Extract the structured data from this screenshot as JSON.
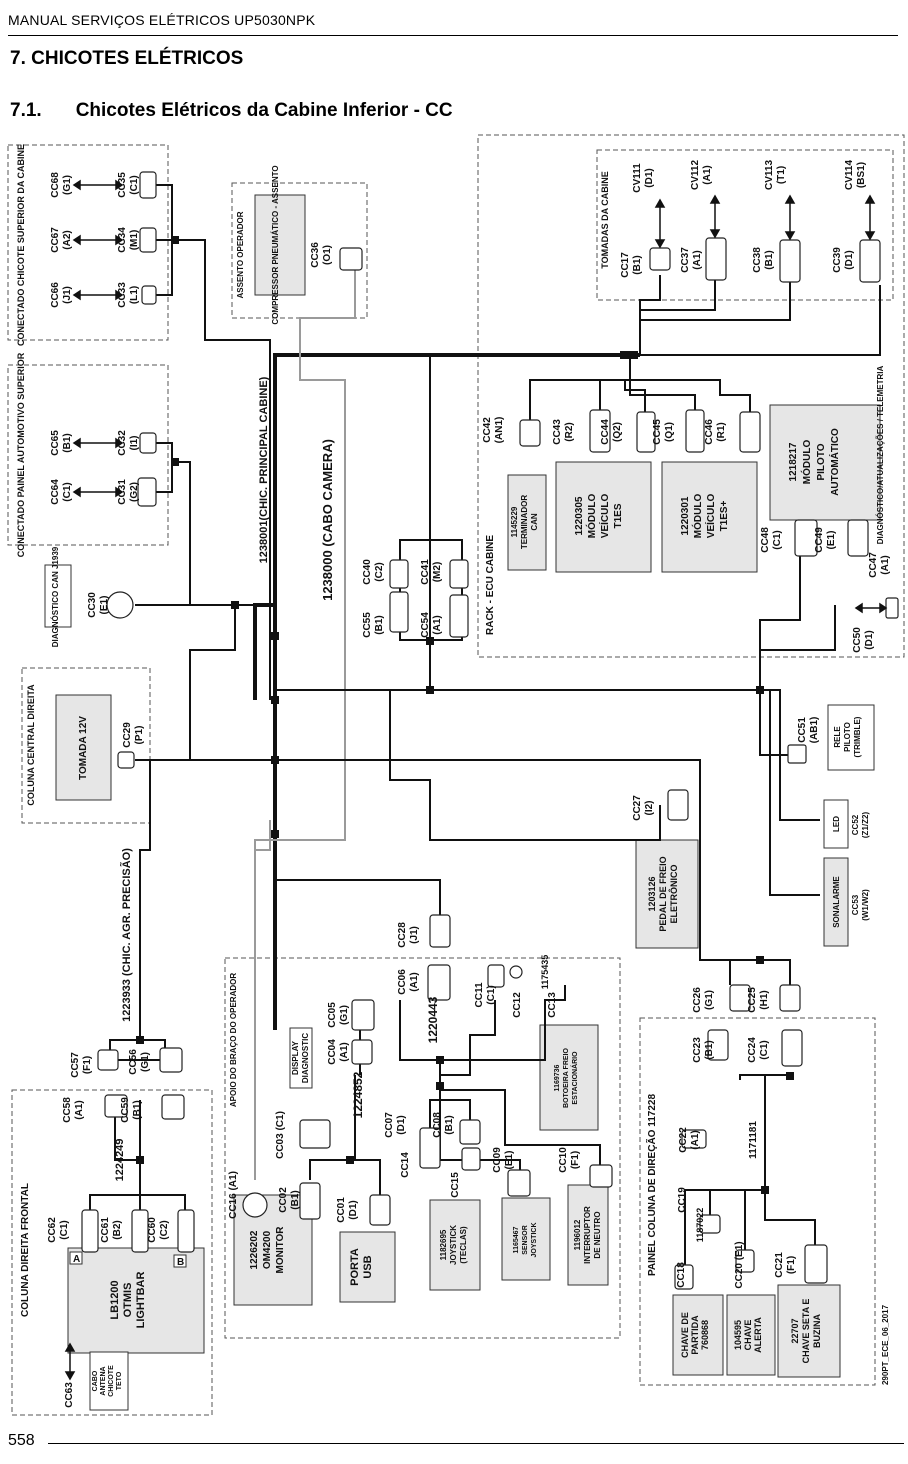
{
  "header": {
    "manual_title": "MANUAL SERVIÇOS ELÉTRICOS UP5030NPK",
    "section_title": "7.  CHICOTES ELÉTRICOS",
    "subsection_number": "7.1.",
    "subsection_title": "Chicotes Elétricos da Cabine Inferior - CC"
  },
  "footer": {
    "page_number": "558",
    "drawing_code": "290PT_ECE_06_2017"
  },
  "harness_labels": {
    "main_cabin": "1238001(CHIC. PRINCIPAL CABINE)",
    "camera": "1238000 (CABO CAMERA)",
    "precision_ag": "1223933 (CHIC. AGR. PRECISÃO)",
    "h1224249": "1224249",
    "h1224852": "1224852",
    "h1220443": "1220443",
    "h1175435": "1175435",
    "h1171181": "1171181",
    "h1187022": "1187022"
  },
  "groups": {
    "upper_cabin": "CONECTADO CHICOTE SUPERIOR DA CABINE",
    "upper_panel": "CONECTADO PAINEL AUTOMOTIVO SUPERIOR",
    "seat": "ASSENTO OPERADOR",
    "cabin_sockets": "TOMADAS DA CABINE",
    "ecu_rack": "RACK - ECU CABINE",
    "center_column": "COLUNA CENTRAL DIREITA",
    "front_column": "COLUNA DIREITA FRONTAL",
    "arm_rest": "APOIO DO BRAÇO DO OPERADOR",
    "steering_panel": "PAINEL COLUNA DE DIREÇÃO 117228"
  },
  "components": {
    "compressor": "COMPRESSOR PNEUMÁTICO - ASSENTO",
    "diag_can": "DIAGNÓSTICO CAN J1939",
    "socket_12v": "TOMADA 12V",
    "terminator": [
      "1145229",
      "TERMINADOR",
      "CAN"
    ],
    "vehicle_t1es": [
      "1220305",
      "MÓDULO",
      "VEÍCULO",
      "T1ES"
    ],
    "vehicle_t1esplus": [
      "1220301",
      "MÓDULO",
      "VEÍCULO",
      "T1ES+"
    ],
    "autopilot": [
      "1218217",
      "MÓDULO",
      "PILOTO",
      "AUTOMÁTICO"
    ],
    "diag_telemetry": "DIAGNÓSTICO/ATUALIZAÇÕES / TELEMETRIA",
    "relay": [
      "RELE",
      "PILOTO",
      "(TRIMBLE)"
    ],
    "led": "LED",
    "alarm": "SONALARME",
    "brake_pedal": [
      "1203126",
      "PEDAL DE FREIO",
      "ELETRÔNICO"
    ],
    "lightbar": [
      "LB1200",
      "OTMIS",
      "LIGHTBAR"
    ],
    "antenna": [
      "CABO",
      "ANTENA",
      "CHICOTE",
      "TETO"
    ],
    "monitor": [
      "1226202",
      "OM4200",
      "MONITOR"
    ],
    "usb": [
      "PORTA",
      "USB"
    ],
    "display_diag": [
      "DISPLAY",
      "DIAGNOSTIC"
    ],
    "joystick_keys": [
      "1182695",
      "JOYSTICK",
      "(TECLAS)"
    ],
    "joystick_sensor": [
      "1165467",
      "SENSOR",
      "JOYSTICK"
    ],
    "neutral_switch": [
      "1196012",
      "INTERRUPTOR",
      "DE NEUTRO"
    ],
    "parking_button": [
      "1169736",
      "BOTOEIRA FREIO",
      "ESTACIONÁRIO"
    ],
    "start_key": [
      "CHAVE DE",
      "PARTIDA",
      "760868"
    ],
    "alert_key": [
      "104595",
      "CHAVE",
      "ALERTA"
    ],
    "turn_horn": [
      "22707",
      "CHAVE SETA E",
      "BUZINA"
    ]
  },
  "connectors": {
    "cc68": [
      "CC68",
      "(G1)"
    ],
    "cc35": [
      "CC35",
      "(C1)"
    ],
    "cc67": [
      "CC67",
      "(A2)"
    ],
    "cc34": [
      "CC34",
      "(M1)"
    ],
    "cc66": [
      "CC66",
      "(J1)"
    ],
    "cc33": [
      "CC33",
      "(L1)"
    ],
    "cc65": [
      "CC65",
      "(B1)"
    ],
    "cc32": [
      "CC32",
      "(I1)"
    ],
    "cc64": [
      "CC64",
      "(C1)"
    ],
    "cc31": [
      "CC31",
      "(G2)"
    ],
    "cc36": [
      "CC36",
      "(O1)"
    ],
    "cc30": [
      "CC30",
      "(E1)"
    ],
    "cc29": [
      "CC29",
      "(P1)"
    ],
    "cv111": [
      "CV111",
      "(D1)"
    ],
    "cc17": [
      "CC17",
      "(B1)"
    ],
    "cv112": [
      "CV112",
      "(A1)"
    ],
    "cc37": [
      "CC37",
      "(A1)"
    ],
    "cv113": [
      "CV113",
      "(T1)"
    ],
    "cc38": [
      "CC38",
      "(B1)"
    ],
    "cv114": [
      "CV114",
      "(BS1)"
    ],
    "cc39": [
      "CC39",
      "(D1)"
    ],
    "cc42": [
      "CC42",
      "(AN1)"
    ],
    "cc43": [
      "CC43",
      "(R2)"
    ],
    "cc44": [
      "CC44",
      "(Q2)"
    ],
    "cc45": [
      "CC45",
      "(Q1)"
    ],
    "cc46": [
      "CC46",
      "(R1)"
    ],
    "cc55": [
      "CC55",
      "(B1)"
    ],
    "cc40": [
      "CC40",
      "(C2)"
    ],
    "cc54": [
      "CC54",
      "(A1)"
    ],
    "cc41": [
      "CC41",
      "(M2)"
    ],
    "cc48": [
      "CC48",
      "(C1)"
    ],
    "cc49": [
      "CC49",
      "(E1)"
    ],
    "cc47": [
      "CC47",
      "(A1)"
    ],
    "cc50": [
      "CC50",
      "(D1)"
    ],
    "cc51": [
      "CC51",
      "(AB1)"
    ],
    "cc52": [
      "CC52",
      "(Z1/Z2)"
    ],
    "cc53": [
      "CC53",
      "(W1/W2)"
    ],
    "cc27": [
      "CC27",
      "(I2)"
    ],
    "cc28": [
      "CC28",
      "(J1)"
    ],
    "cc57": [
      "CC57",
      "(F1)"
    ],
    "cc56": [
      "CC56",
      "(G1)"
    ],
    "cc58": [
      "CC58",
      "(A1)"
    ],
    "cc59": [
      "CC59",
      "(B1)"
    ],
    "cc62": [
      "CC62",
      "(C1)"
    ],
    "cc61": [
      "CC61",
      "(B2)"
    ],
    "cc60": [
      "CC60",
      "(C2)"
    ],
    "cc63": [
      "CC63"
    ],
    "cc16": [
      "CC16 (A1)"
    ],
    "cc02": [
      "CC02",
      "(B1)"
    ],
    "cc01": [
      "CC01",
      "(D1)"
    ],
    "cc03": [
      "CC03 (C1)"
    ],
    "cc04": [
      "CC04",
      "(A1)"
    ],
    "cc05": [
      "CC05",
      "(G1)"
    ],
    "cc06": [
      "CC06",
      "(A1)"
    ],
    "cc07": [
      "CC07",
      "(D1)"
    ],
    "cc08": [
      "CC08",
      "(B1)"
    ],
    "cc14": [
      "CC14"
    ],
    "cc15": [
      "CC15"
    ],
    "cc09": [
      "CC09",
      "(E1)"
    ],
    "cc10": [
      "CC10",
      "(F1)"
    ],
    "cc11": [
      "CC11",
      "(C1)"
    ],
    "cc12": [
      "CC12"
    ],
    "cc13": [
      "CC13"
    ],
    "cc26": [
      "CC26",
      "(G1)"
    ],
    "cc25": [
      "CC25",
      "(H1)"
    ],
    "cc23": [
      "CC23",
      "(B1)"
    ],
    "cc24": [
      "CC24",
      "(C1)"
    ],
    "cc22": [
      "CC22",
      "(A1)"
    ],
    "cc19": [
      "CC19"
    ],
    "cc18": [
      "CC18"
    ],
    "cc20": [
      "CC20 (E1)"
    ],
    "cc21": [
      "CC21",
      "(F1)"
    ]
  },
  "box_marks": {
    "a": "A",
    "b": "B"
  }
}
